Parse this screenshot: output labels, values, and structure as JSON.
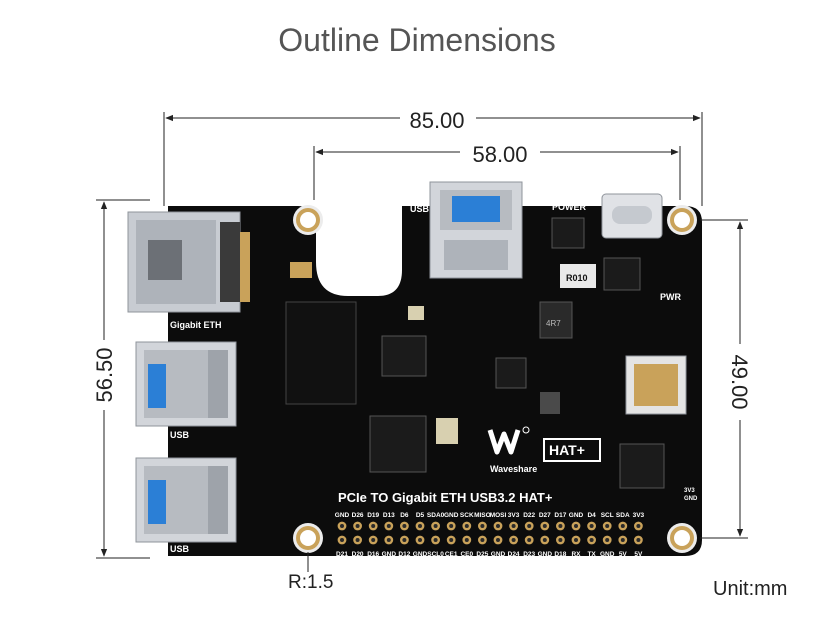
{
  "title": "Outline Dimensions",
  "unit_label": "Unit:mm",
  "radius_label": "R:1.5",
  "dimensions": {
    "overall_width": "85.00",
    "hole_spacing_width": "58.00",
    "overall_height": "56.50",
    "hole_spacing_height": "49.00"
  },
  "board": {
    "product_name": "PCIe TO Gigabit ETH USB3.2 HAT+",
    "brand": "Waveshare",
    "hat_badge": "HAT+",
    "labels": {
      "gigabit_eth": "Gigabit ETH",
      "usb_left_top": "USB",
      "usb_left_bottom": "USB",
      "usb_top": "USB",
      "power": "POWER",
      "pwr": "PWR",
      "resistor": "R010",
      "inductor": "4R7",
      "connector_a": "3V3",
      "connector_b": "GND"
    },
    "header_top_row": [
      "GND",
      "D26",
      "D19",
      "D13",
      "D6",
      "D5",
      "SDA0",
      "GND",
      "SCK",
      "MISO",
      "MOSI",
      "3V3",
      "D22",
      "D27",
      "D17",
      "GND",
      "D4",
      "SCL",
      "SDA",
      "3V3"
    ],
    "header_bottom_row": [
      "D21",
      "D20",
      "D16",
      "GND",
      "D12",
      "GND",
      "SCL0",
      "CE1",
      "CE0",
      "D25",
      "GND",
      "D24",
      "D23",
      "GND",
      "D18",
      "RX",
      "TX",
      "GND",
      "5V",
      "5V"
    ]
  },
  "colors": {
    "pcb": "#0c0c0c",
    "gold": "#c9a25a",
    "connector_metal": "#c8ccd2",
    "usb_blue": "#2b7fd6",
    "dimension_line": "#222222",
    "title_text": "#555555"
  }
}
